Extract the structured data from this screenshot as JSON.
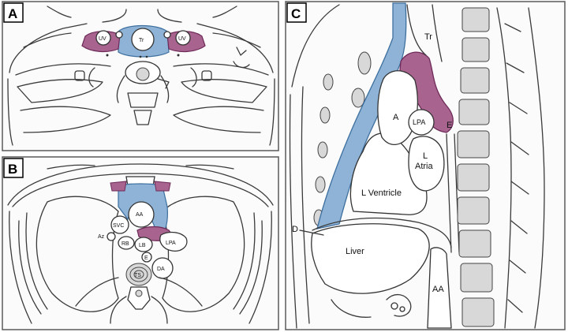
{
  "colors": {
    "blue_region": "#8fb3d6",
    "blue_edge": "#3d6f9e",
    "purple_region": "#a8648f",
    "purple_edge": "#6e2a58"
  },
  "panels": {
    "a": {
      "letter": "A",
      "labels": {
        "uv_left": "UV",
        "tr": "Tr",
        "uv_right": "UV"
      }
    },
    "b": {
      "letter": "B",
      "labels": {
        "aa": "AA",
        "svc": "SVC",
        "az": "Az",
        "rb": "RB",
        "lb": "LB",
        "lpa": "LPA",
        "e": "E",
        "ts": "TS",
        "da": "DA"
      }
    },
    "c": {
      "letter": "C",
      "labels": {
        "tr": "Tr",
        "a": "A",
        "lpa": "LPA",
        "e": "E",
        "l_atria_line1": "L",
        "l_atria_line2": "Atria",
        "l_ventricle": "L Ventricle",
        "d": "D",
        "liver": "Liver",
        "aa": "AA"
      }
    }
  }
}
